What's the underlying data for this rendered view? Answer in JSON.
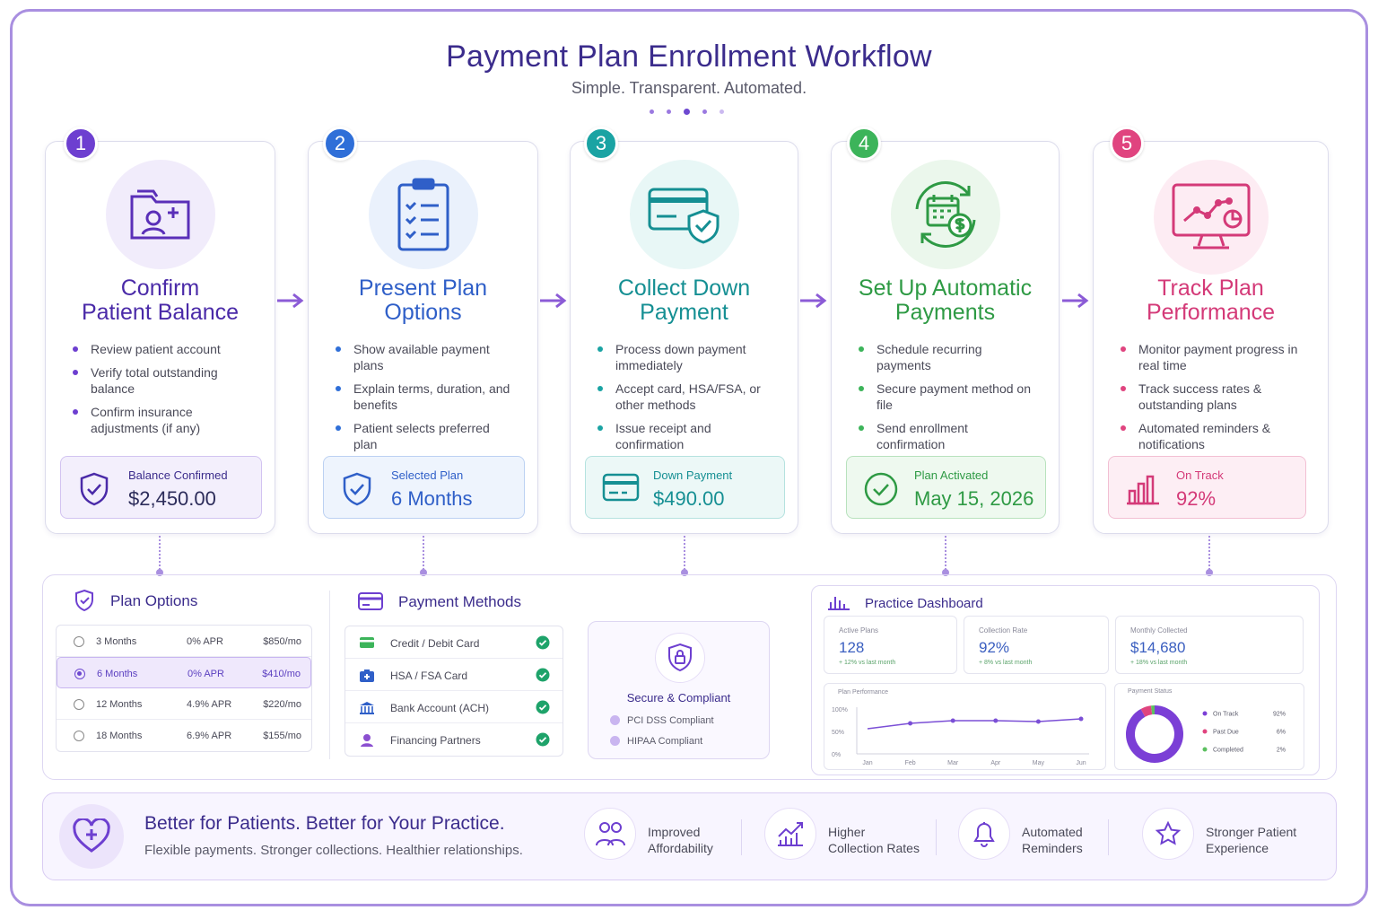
{
  "header": {
    "title": "Payment Plan Enrollment Workflow",
    "subtitle": "Simple. Transparent. Automated."
  },
  "colors": {
    "step1": "#6d3fd0",
    "step2": "#2f6fd8",
    "step3": "#1aa3a3",
    "step4": "#3cb45a",
    "step5": "#e0447f",
    "arrow": "#8b5bd6"
  },
  "steps": [
    {
      "number": "1",
      "title_line1": "Confirm",
      "title_line2": "Patient Balance",
      "icon": "patient-folder-icon",
      "bullets": [
        "Review patient account",
        "Verify total outstanding balance",
        "Confirm insurance adjustments (if any)"
      ],
      "status_label": "Balance Confirmed",
      "status_value": "$2,450.00",
      "status_icon": "shield-check-icon"
    },
    {
      "number": "2",
      "title_line1": "Present Plan",
      "title_line2": "Options",
      "icon": "clipboard-checklist-icon",
      "bullets": [
        "Show available payment plans",
        "Explain terms, duration, and benefits",
        "Patient selects preferred plan"
      ],
      "status_label": "Selected Plan",
      "status_value": "6 Months",
      "status_icon": "shield-check-icon"
    },
    {
      "number": "3",
      "title_line1": "Collect Down",
      "title_line2": "Payment",
      "icon": "card-shield-icon",
      "bullets": [
        "Process down payment immediately",
        "Accept card, HSA/FSA, or other methods",
        "Issue receipt and confirmation"
      ],
      "status_label": "Down Payment",
      "status_value": "$490.00",
      "status_icon": "credit-card-icon"
    },
    {
      "number": "4",
      "title_line1": "Set Up Automatic",
      "title_line2": "Payments",
      "icon": "recurring-calendar-icon",
      "bullets": [
        "Schedule recurring payments",
        "Secure payment method on file",
        "Send enrollment confirmation"
      ],
      "status_label": "Plan Activated",
      "status_value": "May 15, 2026",
      "status_icon": "check-circle-icon"
    },
    {
      "number": "5",
      "title_line1": "Track Plan",
      "title_line2": "Performance",
      "icon": "monitor-chart-icon",
      "bullets": [
        "Monitor payment progress in real time",
        "Track success rates & outstanding plans",
        "Automated reminders & notifications"
      ],
      "status_label": "On Track",
      "status_value": "92%",
      "status_icon": "bar-chart-icon"
    }
  ],
  "plan_options": {
    "title": "Plan Options",
    "rows": [
      {
        "term": "3 Months",
        "apr": "0% APR",
        "payment": "$850/mo",
        "selected": false
      },
      {
        "term": "6 Months",
        "apr": "0% APR",
        "payment": "$410/mo",
        "selected": true
      },
      {
        "term": "12 Months",
        "apr": "4.9% APR",
        "payment": "$220/mo",
        "selected": false
      },
      {
        "term": "18 Months",
        "apr": "6.9% APR",
        "payment": "$155/mo",
        "selected": false
      }
    ]
  },
  "payment_methods": {
    "title": "Payment Methods",
    "rows": [
      {
        "label": "Credit / Debit Card",
        "icon": "credit-card-icon"
      },
      {
        "label": "HSA / FSA Card",
        "icon": "medical-card-icon"
      },
      {
        "label": "Bank Account (ACH)",
        "icon": "bank-icon"
      },
      {
        "label": "Financing Partners",
        "icon": "handshake-icon"
      }
    ]
  },
  "secure": {
    "title": "Secure & Compliant",
    "items": [
      "PCI DSS Compliant",
      "HIPAA Compliant"
    ]
  },
  "dashboard": {
    "title": "Practice Dashboard",
    "kpis": [
      {
        "label": "Active Plans",
        "value": "128",
        "change": "+ 12% vs last month"
      },
      {
        "label": "Collection Rate",
        "value": "92%",
        "change": "+ 8% vs last month"
      },
      {
        "label": "Monthly Collected",
        "value": "$14,680",
        "change": "+ 18% vs last month"
      }
    ],
    "plan_performance_label": "Plan Performance",
    "payment_status_label": "Payment Status"
  },
  "chart_data": [
    {
      "type": "line",
      "title": "Plan Performance",
      "categories": [
        "Jan",
        "Feb",
        "Mar",
        "Apr",
        "May",
        "Jun"
      ],
      "values": [
        56,
        68,
        74,
        74,
        72,
        78
      ],
      "yticks": [
        "100%",
        "50%",
        "0%"
      ],
      "ylim": [
        0,
        100
      ],
      "color": "#7b4fd6"
    },
    {
      "type": "pie",
      "title": "Payment Status",
      "labels": [
        "On Track",
        "Past Due",
        "Completed"
      ],
      "value_labels": [
        "92%",
        "6%",
        "2%"
      ],
      "values": [
        92,
        6,
        2
      ],
      "colors": [
        "#7b3fd6",
        "#e0447f",
        "#5cc060"
      ],
      "legend": "right"
    }
  ],
  "footer": {
    "headline": "Better for Patients. Better for Your Practice.",
    "tagline": "Flexible payments. Stronger collections. Healthier relationships.",
    "features": [
      {
        "line1": "Improved",
        "line2": "Affordability",
        "icon": "people-icon"
      },
      {
        "line1": "Higher",
        "line2": "Collection Rates",
        "icon": "trend-up-icon"
      },
      {
        "line1": "Automated",
        "line2": "Reminders",
        "icon": "bell-icon"
      },
      {
        "line1": "Stronger Patient",
        "line2": "Experience",
        "icon": "star-icon"
      }
    ]
  }
}
